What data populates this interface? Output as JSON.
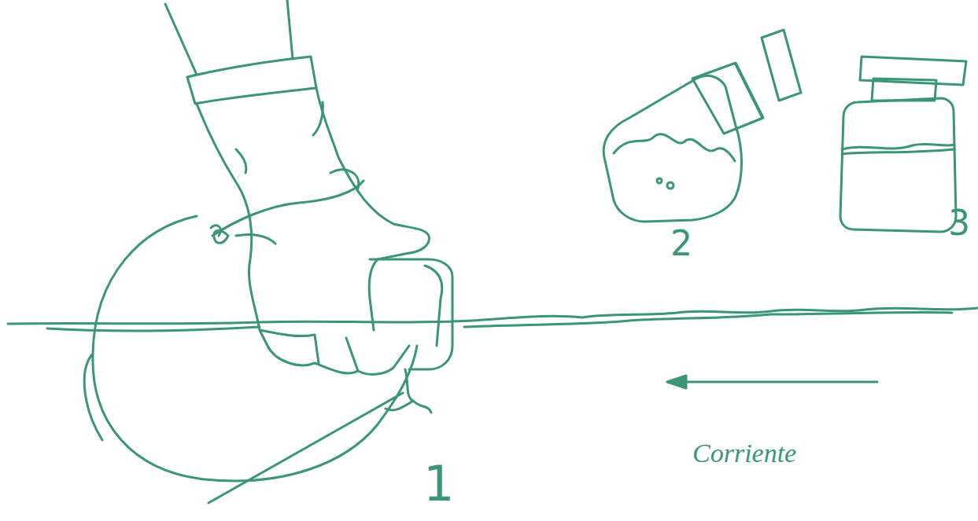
{
  "diagram": {
    "labels": [
      "1",
      "2",
      "3",
      "Corriente"
    ]
  }
}
